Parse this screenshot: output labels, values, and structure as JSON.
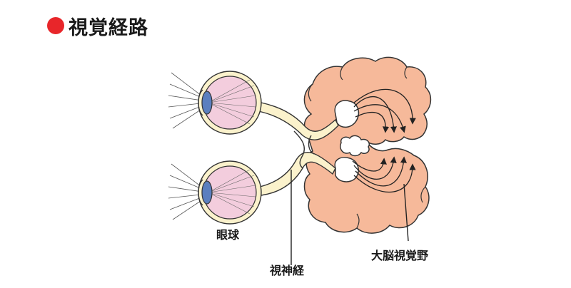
{
  "title": "視覚経路",
  "colors": {
    "bullet": "#e8262a",
    "brain_fill": "#f6b99a",
    "nerve_fill": "#fbf2cc",
    "eye_inner": "#f3cddd",
    "lens": "#5b7fbf",
    "outline": "#333333"
  },
  "labels": {
    "eyeball": "眼球",
    "optic_nerve": "視神経",
    "visual_cortex": "大脳視覚野"
  }
}
